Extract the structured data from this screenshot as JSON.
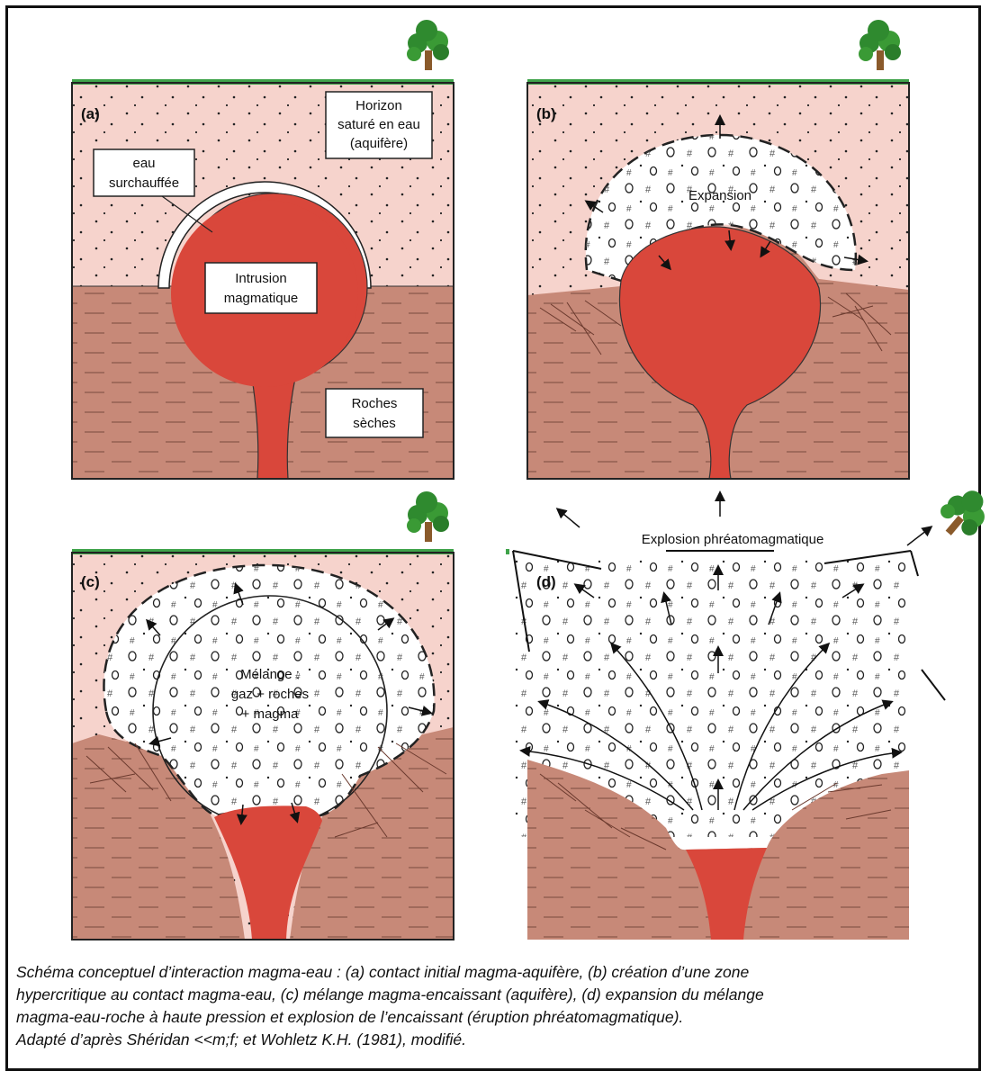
{
  "colors": {
    "aquifer": "#f6d3cc",
    "dry_rock": "#c78978",
    "magma": "#d9473b",
    "grass": "#3fa34a",
    "tree_leaves": "#2f8a2f",
    "trunk": "#8a5a2b"
  },
  "panels": {
    "a": {
      "id": "(a)",
      "labels": {
        "horizon": [
          "Horizon",
          "saturé en eau",
          "(aquifère)"
        ],
        "eau": [
          "eau",
          "surchauffée"
        ],
        "intrusion": [
          "Intrusion",
          "magmatique"
        ],
        "roches": [
          "Roches",
          "sèches"
        ]
      }
    },
    "b": {
      "id": "(b)",
      "label": "Expansion"
    },
    "c": {
      "id": "(c)",
      "labels": [
        "Mélange :",
        "gaz + roches",
        "+ magma"
      ]
    },
    "d": {
      "id": "(d)",
      "title": "Explosion phréatomagmatique"
    }
  },
  "icons": [
    "tree-icon",
    "arrow-icon"
  ],
  "caption": {
    "lines": [
      "Schéma conceptuel d’interaction magma-eau : (a) contact initial magma-aquifère, (b) création d’une zone",
      "hypercritique au contact magma-eau, (c) mélange magma-encaissant (aquifère), (d) expansion du mélange",
      "magma-eau-roche à haute pression et explosion de l’encaissant (éruption phréatomagmatique).",
      "Adapté d’après Shéridan <<m;f; et Wohletz K.H. (1981), modifié."
    ]
  }
}
